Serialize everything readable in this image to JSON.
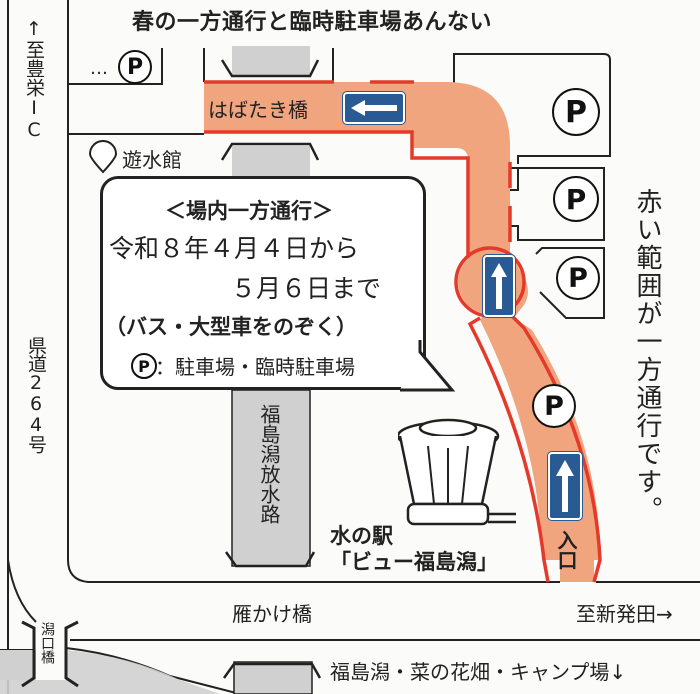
{
  "title": "春の一方通行と臨時駐車場あんない",
  "colors": {
    "one_way_zone_fill": "#f1a57f",
    "one_way_zone_border": "#e5392a",
    "sign_blue": "#2a5a93",
    "channel_gray": "#d0d0d0",
    "line": "#222222",
    "background": "#fbfbf9"
  },
  "labels": {
    "to_toyosaka_ic": "↑至豊栄IC",
    "prefectural_road": "県道264号",
    "habataki_bridge": "はばたき橋",
    "yusuikan": "遊水館",
    "fukushimagata_channel": "福島潟放水路",
    "michi_no_eki_line1": "水の駅",
    "michi_no_eki_line2": "「ビュー福島潟」",
    "entrance": "入口",
    "gankake_bridge": "雁かけ橋",
    "to_shibata": "至新発田→",
    "kataguchi_bridge": "潟口橋",
    "bottom_destinations": "福島潟・菜の花畑・キャンプ場↓",
    "parking_ellipsis": "…",
    "side_note": "赤い範囲が一方通行です。"
  },
  "parking_symbol": "P",
  "callout": {
    "heading": "＜場内一方通行＞",
    "line1": "令和８年４月４日から",
    "line2": "５月６日まで",
    "line3": "（バス・大型車をのぞく）",
    "legend_symbol": "P",
    "legend_text": "：駐車場・臨時駐車場"
  },
  "signs": [
    {
      "name": "one-way-left",
      "direction": "left"
    },
    {
      "name": "one-way-up-roundabout",
      "direction": "up"
    },
    {
      "name": "one-way-up-entrance",
      "direction": "up"
    }
  ]
}
